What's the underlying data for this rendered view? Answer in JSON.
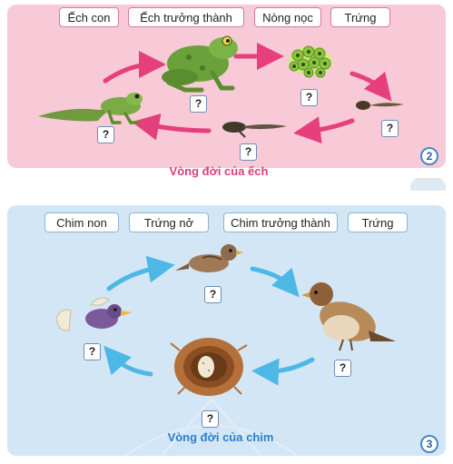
{
  "frog_cycle": {
    "labels": [
      "Ếch con",
      "Ếch trưởng thành",
      "Nòng nọc",
      "Trứng"
    ],
    "placeholder": "?",
    "caption": "Vòng đời của ếch",
    "page_number": "2",
    "arrow_color": "#e5407c",
    "caption_color": "#d93f78"
  },
  "bird_cycle": {
    "labels": [
      "Chim non",
      "Trứng nở",
      "Chim trưởng thành",
      "Trứng"
    ],
    "placeholder": "?",
    "caption": "Vòng đời của chim",
    "page_number": "3",
    "arrow_color": "#4db8e6",
    "caption_color": "#2f7fc9"
  }
}
